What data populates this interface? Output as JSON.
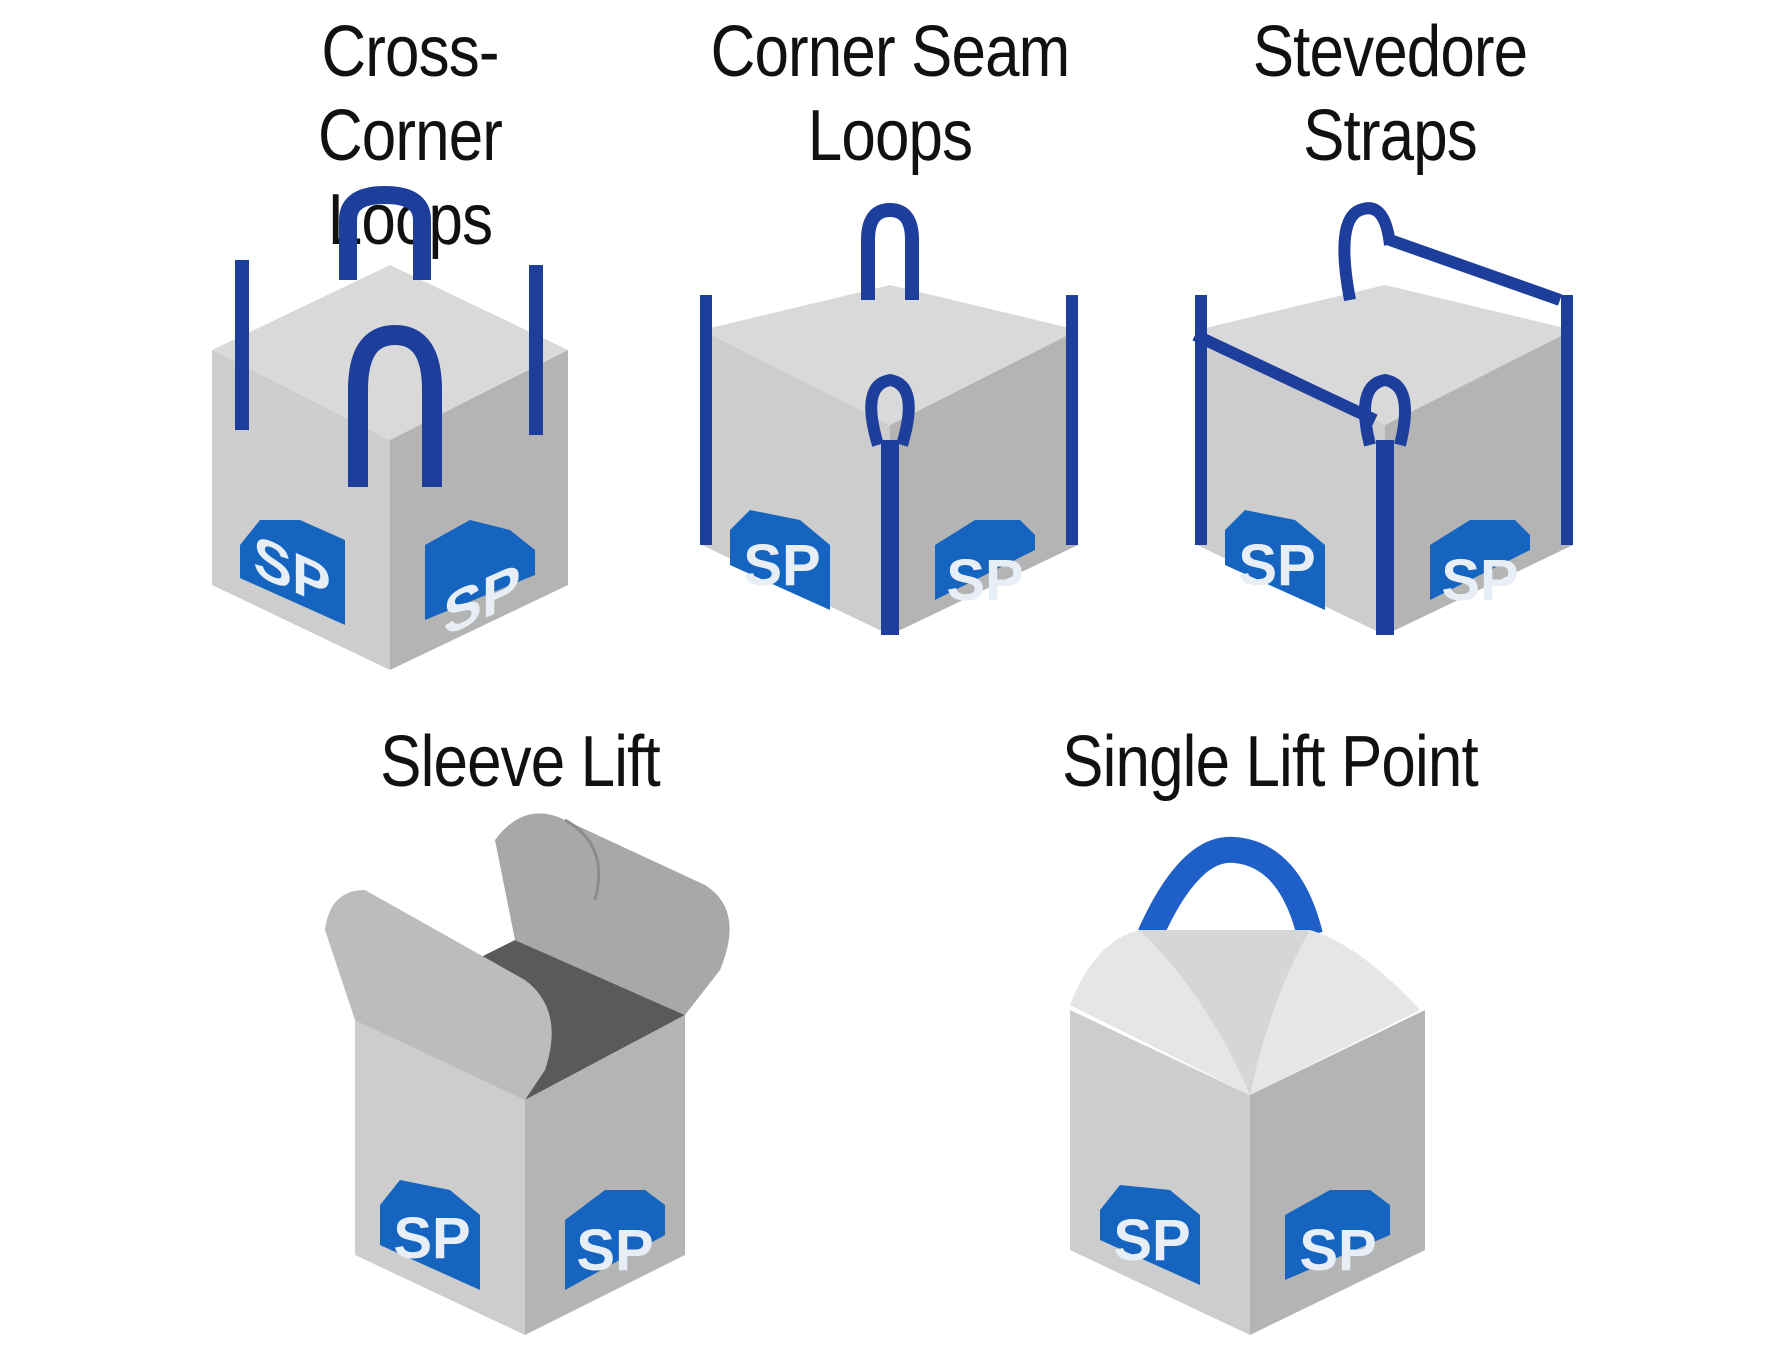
{
  "colors": {
    "strap": "#1d3f9b",
    "strap_edge": "#132c70",
    "lift_handle": "#1e5fc8",
    "logo": "#1565c0",
    "bag_left": "#c9c9c9",
    "bag_right": "#b6b6b6",
    "bag_inner": "#dedede",
    "text": "#111111"
  },
  "bag_types": [
    {
      "id": "cross-corner-loops",
      "title_lines": [
        "Cross-Corner",
        "Loops"
      ],
      "logo_text": "SP",
      "icon": "bulk-bag-cross-corner-loops-icon"
    },
    {
      "id": "corner-seam-loops",
      "title_lines": [
        "Corner Seam",
        "Loops"
      ],
      "logo_text": "SP",
      "icon": "bulk-bag-corner-seam-loops-icon"
    },
    {
      "id": "stevedore-straps",
      "title_lines": [
        "Stevedore",
        "Straps"
      ],
      "logo_text": "SP",
      "icon": "bulk-bag-stevedore-straps-icon"
    },
    {
      "id": "sleeve-lift",
      "title_lines": [
        "Sleeve Lift"
      ],
      "logo_text": "SP",
      "icon": "bulk-bag-sleeve-lift-icon"
    },
    {
      "id": "single-lift-point",
      "title_lines": [
        "Single Lift Point"
      ],
      "logo_text": "SP",
      "icon": "bulk-bag-single-lift-point-icon"
    }
  ]
}
